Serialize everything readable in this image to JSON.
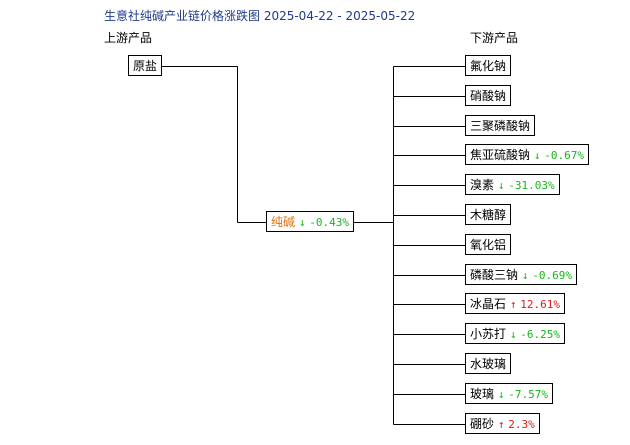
{
  "title": "生意社纯碱产业链价格涨跌图 2025-04-22 - 2025-05-22",
  "upstream_header": "上游产品",
  "downstream_header": "下游产品",
  "upstream": [
    {
      "name": "原盐"
    }
  ],
  "center": {
    "name": "纯碱",
    "direction": "down",
    "arrow": "↓",
    "change": "-0.43%"
  },
  "downstream": [
    {
      "name": "氟化钠"
    },
    {
      "name": "硝酸钠"
    },
    {
      "name": "三聚磷酸钠"
    },
    {
      "name": "焦亚硫酸钠",
      "direction": "down",
      "arrow": "↓",
      "change": "-0.67%"
    },
    {
      "name": "溴素",
      "direction": "down",
      "arrow": "↓",
      "change": "-31.03%"
    },
    {
      "name": "木糖醇"
    },
    {
      "name": "氧化铝"
    },
    {
      "name": "磷酸三钠",
      "direction": "down",
      "arrow": "↓",
      "change": "-0.69%"
    },
    {
      "name": "冰晶石",
      "direction": "up",
      "arrow": "↑",
      "change": "12.61%"
    },
    {
      "name": "小苏打",
      "direction": "down",
      "arrow": "↓",
      "change": "-6.25%"
    },
    {
      "name": "水玻璃"
    },
    {
      "name": "玻璃",
      "direction": "down",
      "arrow": "↓",
      "change": "-7.57%"
    },
    {
      "name": "硼砂",
      "direction": "up",
      "arrow": "↑",
      "change": "2.3%"
    }
  ],
  "colors": {
    "title": "#1f3a8c",
    "down": "#16b816",
    "up": "#e01818",
    "center_name": "#e07010"
  }
}
